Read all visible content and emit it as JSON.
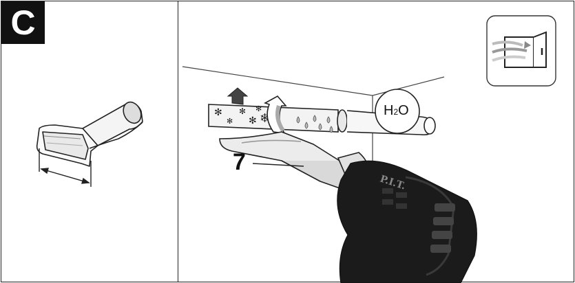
{
  "section_label": "C",
  "callout_number": "7",
  "h2o": {
    "main": "H",
    "sub": "2",
    "tail": "O"
  },
  "tool_brand": "P.I.T.",
  "icons": [
    "nozzle-attachment-icon",
    "window-airflow-icon",
    "snowflake-icon",
    "water-drop-icon",
    "heat-gun-icon"
  ],
  "colors": {
    "line": "#222222",
    "tool_body": "#1b1b1b",
    "pipe": "#f2f2f2"
  }
}
